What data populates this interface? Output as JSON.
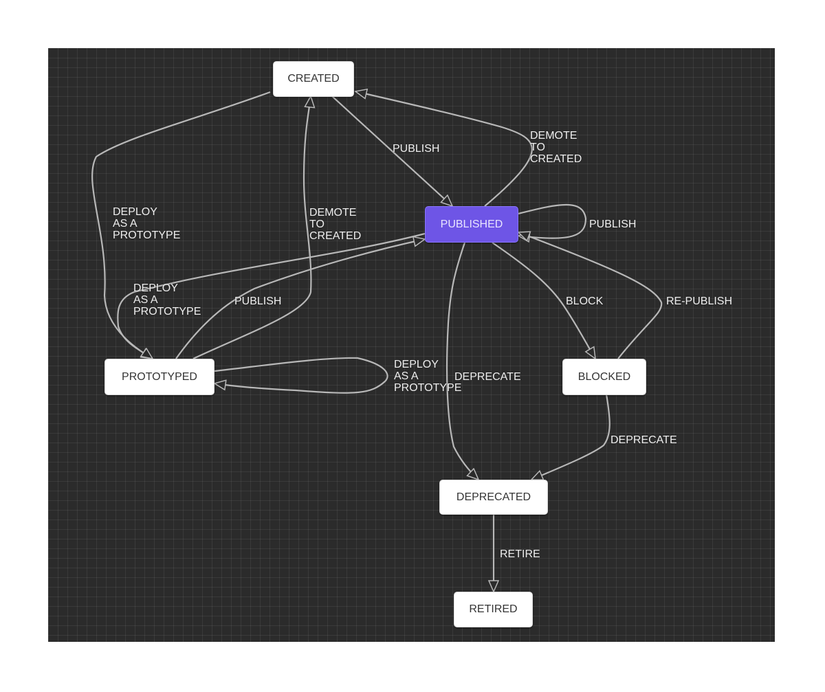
{
  "diagram": {
    "states": {
      "created": "CREATED",
      "published": "PUBLISHED",
      "prototyped": "PROTOTYPED",
      "blocked": "BLOCKED",
      "deprecated": "DEPRECATED",
      "retired": "RETIRED"
    },
    "active_state": "PUBLISHED",
    "transitions": [
      {
        "from": "CREATED",
        "to": "PUBLISHED",
        "label": "PUBLISH"
      },
      {
        "from": "PUBLISHED",
        "to": "CREATED",
        "label": "DEMOTE\nTO\nCREATED"
      },
      {
        "from": "CREATED",
        "to": "PROTOTYPED",
        "label": "DEPLOY\nAS A\nPROTOTYPE"
      },
      {
        "from": "PROTOTYPED",
        "to": "CREATED",
        "label": "DEMOTE\nTO\nCREATED"
      },
      {
        "from": "PUBLISHED",
        "to": "PROTOTYPED",
        "label": "DEPLOY\nAS A\nPROTOTYPE"
      },
      {
        "from": "PROTOTYPED",
        "to": "PUBLISHED",
        "label": "PUBLISH"
      },
      {
        "from": "PUBLISHED",
        "to": "PUBLISHED",
        "label": "PUBLISH"
      },
      {
        "from": "PROTOTYPED",
        "to": "PROTOTYPED",
        "label": "DEPLOY\nAS A\nPROTOTYPE"
      },
      {
        "from": "PUBLISHED",
        "to": "BLOCKED",
        "label": "BLOCK"
      },
      {
        "from": "BLOCKED",
        "to": "PUBLISHED",
        "label": "RE-PUBLISH"
      },
      {
        "from": "PUBLISHED",
        "to": "DEPRECATED",
        "label": "DEPRECATE"
      },
      {
        "from": "BLOCKED",
        "to": "DEPRECATED",
        "label": "DEPRECATE"
      },
      {
        "from": "DEPRECATED",
        "to": "RETIRED",
        "label": "RETIRE"
      }
    ]
  },
  "colors": {
    "canvas_background": "#2b2b2b",
    "edge": "#b8b8b8",
    "active_node": "#6e55e6",
    "node": "#ffffff"
  }
}
